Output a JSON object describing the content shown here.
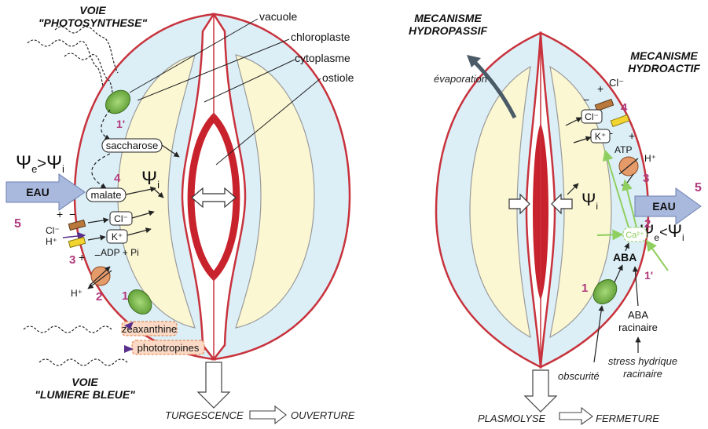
{
  "left": {
    "voie_photo_line1": "VOIE",
    "voie_photo_line2": "\"PHOTOSYNTHESE\"",
    "voie_bleue_line1": "VOIE",
    "voie_bleue_line2": "\"LUMIERE BLEUE\"",
    "labels": {
      "vacuole": "vacuole",
      "chloroplaste": "chloroplaste",
      "cytoplasme": "cytoplasme",
      "ostiole": "ostiole"
    },
    "psi_e": "Ψ",
    "psi_e_sub": "e",
    "psi_gt": ">",
    "psi_i": "Ψ",
    "psi_i_sub": "i",
    "eau": "EAU",
    "num5": "5",
    "num4": "4",
    "num3": "3",
    "num2": "2",
    "num1": "1",
    "num1p": "1'",
    "saccharose": "saccharose",
    "malate": "malate",
    "cl_box": "Cl⁻",
    "k_box": "K⁺",
    "cl_out": "Cl⁻",
    "h_out": "H⁺",
    "h_out2": "H⁺",
    "adp": "ADP + Pi",
    "plus": "+",
    "minus": "−",
    "zeaxanthine": "zéaxanthine",
    "phototropines": "phototropines",
    "bottom_left": "TURGESCENCE",
    "bottom_right": "OUVERTURE"
  },
  "right": {
    "hydropassif_line1": "MECANISME",
    "hydropassif_line2": "HYDROPASSIF",
    "hydroactif_line1": "MECANISME",
    "hydroactif_line2": "HYDROACTIF",
    "evaporation": "évaporation",
    "cl_out": "Cl⁻",
    "cl_box": "Cl⁻",
    "k_box": "K⁺",
    "atp": "ATP",
    "h_out": "H⁺",
    "ca": "Ca²⁺",
    "aba": "ABA",
    "aba_rac_1": "ABA",
    "aba_rac_2": "racinaire",
    "stress_1": "stress hydrique",
    "stress_2": "racinaire",
    "obscurite": "obscurité",
    "psi_i": "Ψ",
    "psi_i_sub": "i",
    "psi_e": "Ψ",
    "psi_e_sub": "e",
    "psi_lt": "<",
    "eau": "EAU",
    "num5": "5",
    "num4": "4",
    "num3": "3",
    "num2": "2",
    "num1": "1",
    "num1p": "1'",
    "plus": "+",
    "minus": "−",
    "bottom_left": "PLASMOLYSE",
    "bottom_right": "FERMETURE"
  },
  "colors": {
    "outline": "#c8323c",
    "cell_fill": "#dceff7",
    "vacuole_fill": "#fbf7d2",
    "ostiole_red": "#c8232d",
    "eau_arrow": "#a9b9dd",
    "purple_num": "#b03a7d",
    "chloroplast": "#7bbd4a",
    "pump": "#e59a6a",
    "channel_brown": "#b9783c",
    "channel_yellow": "#f2d431",
    "green_arrow": "#a6d47a",
    "violet_arrow": "#6b3aa0"
  }
}
